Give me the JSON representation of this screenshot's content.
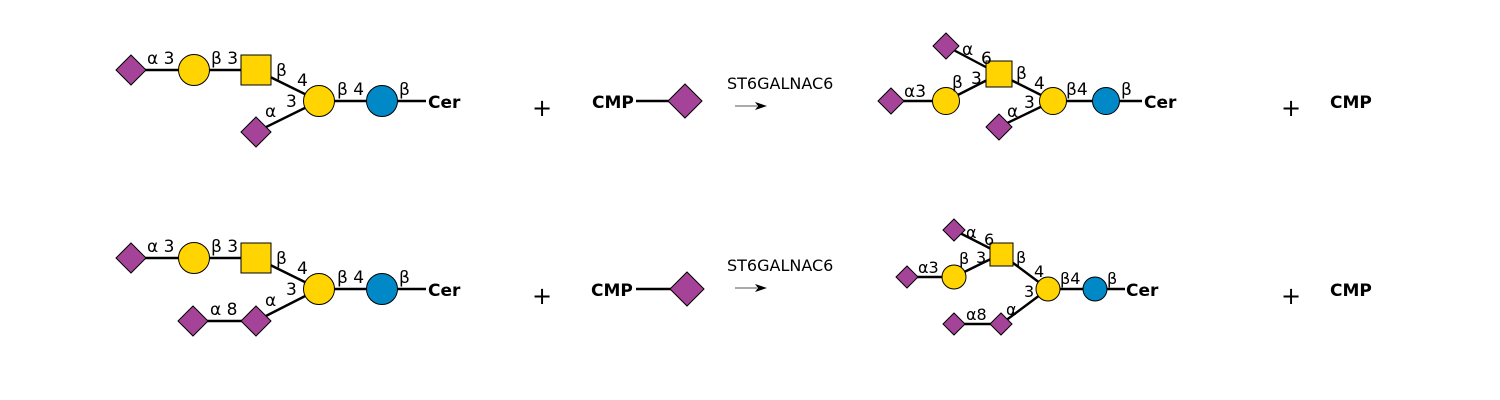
{
  "colors": {
    "neu5ac": "#a54399",
    "galactose": "#ffd400",
    "galnac": "#ffd400",
    "glucose": "#0089c6",
    "bond": "#000000"
  },
  "labels": {
    "cer": "Cer",
    "cmp": "CMP",
    "plus": "+",
    "enzyme": "ST6GALNAC6",
    "a": "α",
    "b": "β",
    "a3": "α 3",
    "b3": "β 3",
    "b4": "β 4",
    "a3c": "α3",
    "a8": "α 8",
    "a8c": "α8",
    "b4c": "β4",
    "n3": "3",
    "n4": "4",
    "n6": "6"
  }
}
